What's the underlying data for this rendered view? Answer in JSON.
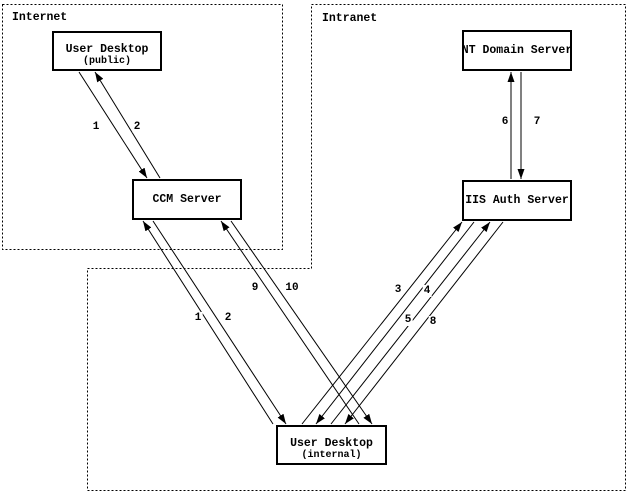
{
  "diagram": {
    "colors": {
      "line": "#000000",
      "background": "#ffffff"
    },
    "zones": [
      {
        "id": "internet",
        "label": "Internet"
      },
      {
        "id": "intranet",
        "label": "Intranet"
      }
    ],
    "nodes": [
      {
        "id": "user-desktop-public",
        "label": "User Desktop",
        "sublabel": "(public)",
        "zone": "Internet"
      },
      {
        "id": "ccm-server",
        "label": "CCM Server",
        "sublabel": "",
        "zone": "Internet"
      },
      {
        "id": "nt-domain-server",
        "label": "NT Domain Server",
        "sublabel": "",
        "zone": "Intranet"
      },
      {
        "id": "iis-auth-server",
        "label": "IIS Auth Server",
        "sublabel": "",
        "zone": "Intranet"
      },
      {
        "id": "user-desktop-internal",
        "label": "User Desktop",
        "sublabel": "(internal)",
        "zone": "Intranet"
      }
    ],
    "edges": [
      {
        "label": "1",
        "from": "User Desktop (public)",
        "to": "CCM Server"
      },
      {
        "label": "2",
        "from": "CCM Server",
        "to": "User Desktop (public)"
      },
      {
        "label": "1",
        "from": "User Desktop (internal)",
        "to": "CCM Server"
      },
      {
        "label": "2",
        "from": "CCM Server",
        "to": "User Desktop (internal)"
      },
      {
        "label": "9",
        "from": "User Desktop (internal)",
        "to": "CCM Server"
      },
      {
        "label": "10",
        "from": "CCM Server",
        "to": "User Desktop (internal)"
      },
      {
        "label": "3",
        "from": "User Desktop (internal)",
        "to": "IIS Auth Server"
      },
      {
        "label": "4",
        "from": "IIS Auth Server",
        "to": "User Desktop (internal)"
      },
      {
        "label": "5",
        "from": "User Desktop (internal)",
        "to": "IIS Auth Server"
      },
      {
        "label": "8",
        "from": "IIS Auth Server",
        "to": "User Desktop (internal)"
      },
      {
        "label": "6",
        "from": "IIS Auth Server",
        "to": "NT Domain Server"
      },
      {
        "label": "7",
        "from": "NT Domain Server",
        "to": "IIS Auth Server"
      }
    ]
  }
}
